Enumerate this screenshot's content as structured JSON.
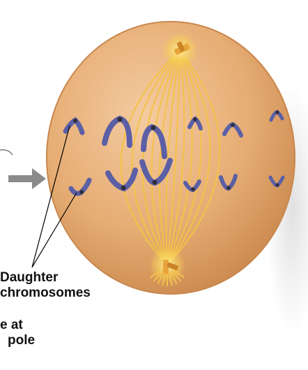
{
  "labels": {
    "daughter_chromosomes_line1": "Daughter",
    "daughter_chromosomes_line2": "chromosomes",
    "partial_label_line1": "e at",
    "partial_label_line2": "pole"
  },
  "colors": {
    "cell_fill": "#e6ad74",
    "cell_edge": "#c9864c",
    "spindle": "#f2c24a",
    "chromosome": "#5b5fa6",
    "centromere": "#2f2f3a",
    "centrosome": "#f7cd4d",
    "arrow": "#8a8a8a",
    "leader_line": "#000000"
  },
  "icons": {
    "process_arrow": "right-arrow-icon"
  }
}
